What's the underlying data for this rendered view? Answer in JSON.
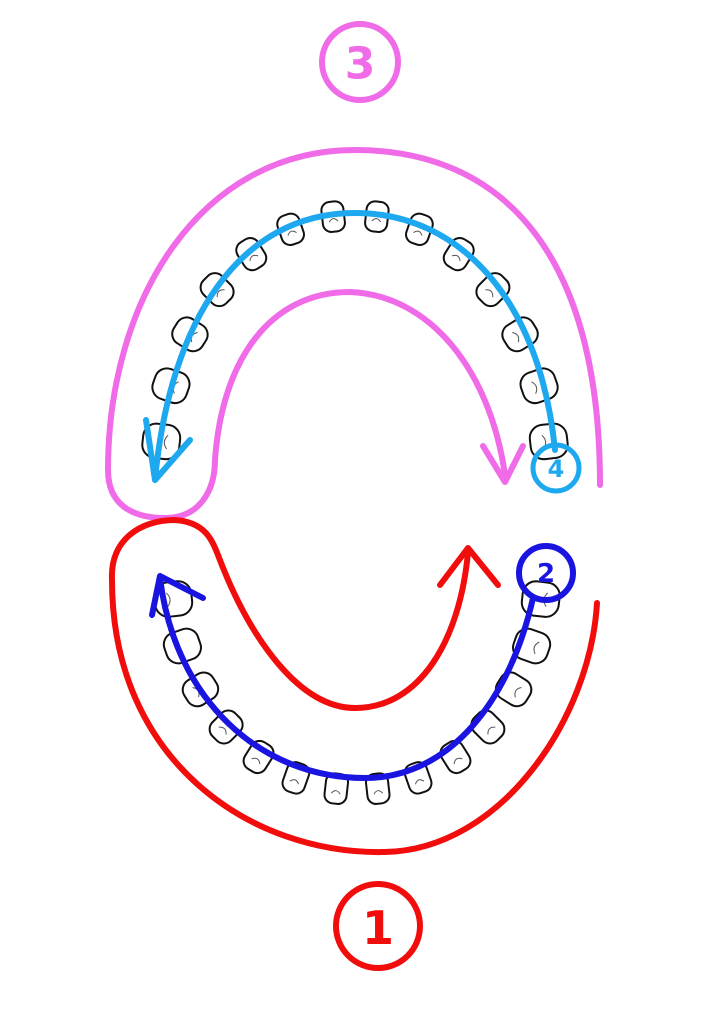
{
  "labels": {
    "step1": "1",
    "step2": "2",
    "step3": "3",
    "step4": "4"
  },
  "colors": {
    "step1": "#f20d0d",
    "step2": "#1a14e0",
    "step3": "#f06be8",
    "step4": "#1ea8ef",
    "teeth_outline": "#111111"
  },
  "teeth": {
    "upper_count": 14,
    "lower_count": 14
  }
}
